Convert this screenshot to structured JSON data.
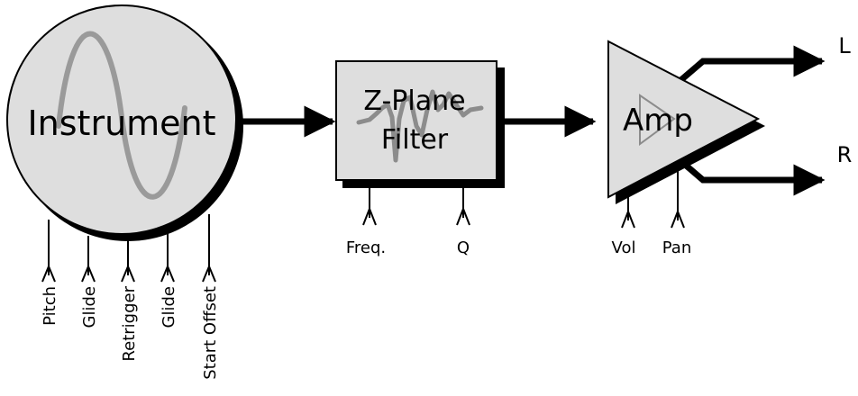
{
  "instrument": {
    "label": "Instrument",
    "inputs": [
      "Pitch",
      "Glide",
      "Retrigger",
      "Glide",
      "Start Offset"
    ]
  },
  "filter": {
    "label_line1": "Z-Plane",
    "label_line2": "Filter",
    "inputs": [
      "Freq.",
      "Q"
    ]
  },
  "amp": {
    "label": "Amp",
    "inputs": [
      "Vol",
      "Pan"
    ]
  },
  "outputs": {
    "left": "L",
    "right": "R"
  },
  "colors": {
    "block_fill": "#dedede",
    "shadow": "#000000",
    "waveform": "#999999",
    "line": "#000000"
  }
}
